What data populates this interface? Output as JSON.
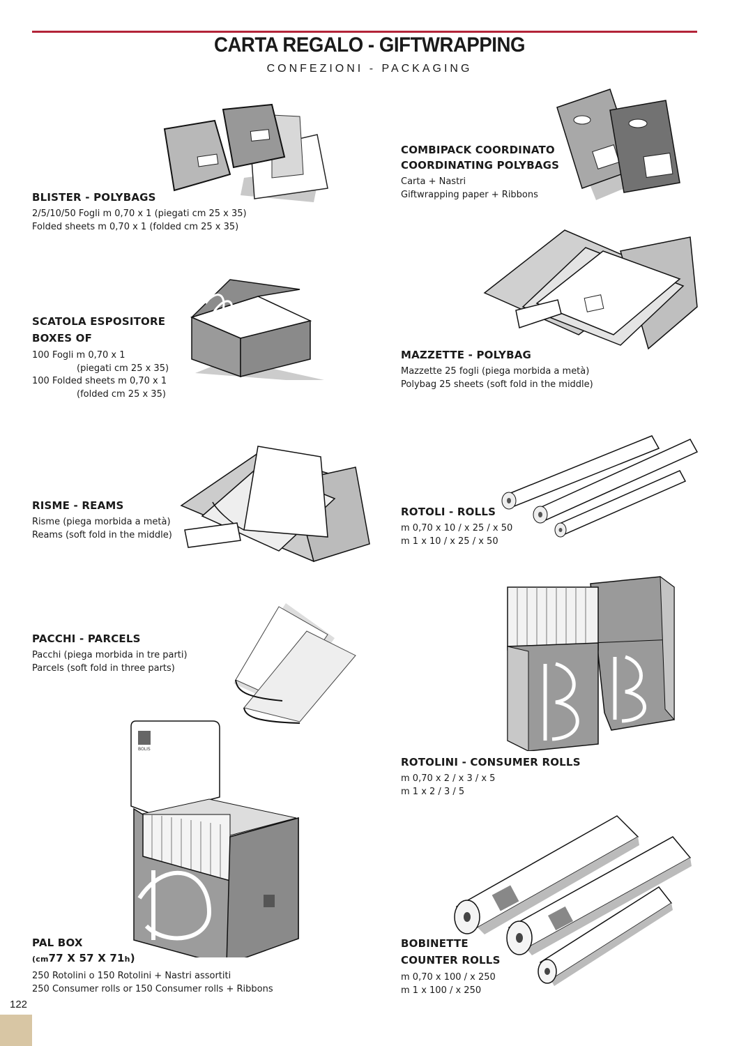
{
  "header": {
    "title": "CARTA REGALO - GIFTWRAPPING",
    "subtitle": "CONFEZIONI - PACKAGING",
    "accent_color": "#b32438"
  },
  "sections": {
    "blister": {
      "title": "BLISTER - POLYBAGS",
      "lines": [
        "2/5/10/50 Fogli m 0,70 x 1 (piegati cm 25 x 35)",
        "Folded sheets m 0,70 x 1 (folded cm 25 x 35)"
      ]
    },
    "combipack": {
      "title_it": "COMBIPACK COORDINATO",
      "title_en": "COORDINATING POLYBAGS",
      "lines": [
        "Carta + Nastri",
        "Giftwrapping paper + Ribbons"
      ]
    },
    "scatola": {
      "title_it": "SCATOLA ESPOSITORE",
      "title_en": "BOXES OF",
      "lines": [
        "100 Fogli  m 0,70 x 1",
        "(piegati cm 25 x 35)",
        "100 Folded sheets m 0,70 x 1",
        "(folded cm 25 x 35)"
      ]
    },
    "mazzette": {
      "title": "MAZZETTE - POLYBAG",
      "lines": [
        "Mazzette 25 fogli (piega morbida a metà)",
        "Polybag 25 sheets (soft fold in the middle)"
      ]
    },
    "risme": {
      "title": "RISME - REAMS",
      "lines": [
        "Risme (piega morbida a metà)",
        "Reams (soft fold in the middle)"
      ]
    },
    "rotoli": {
      "title": "ROTOLI - ROLLS",
      "lines": [
        "m 0,70 x 10 / x 25 / x 50",
        "m 1 x 10 / x 25 / x 50"
      ]
    },
    "pacchi": {
      "title": "PACCHI - PARCELS",
      "lines": [
        "Pacchi (piega morbida in tre parti)",
        "Parcels (soft fold in three parts)"
      ]
    },
    "rotolini": {
      "title": "ROTOLINI - CONSUMER ROLLS",
      "lines": [
        "m 0,70 x 2 / x 3 / x 5",
        "m 1 x 2 / 3 / 5"
      ]
    },
    "palbox": {
      "title": "PAL BOX",
      "dims_unit_prefix": "(cm",
      "dims_value": "77 X 57 X 71",
      "dims_unit_suffix": "h",
      "dims_close": ")",
      "lines": [
        "250 Rotolini o 150 Rotolini + Nastri assortiti",
        "250 Consumer rolls or 150 Consumer rolls + Ribbons"
      ],
      "brand": "BOLIS"
    },
    "bobinette": {
      "title_it": "BOBINETTE",
      "title_en": "COUNTER ROLLS",
      "lines": [
        "m 0,70 x 100 / x 250",
        "m 1 x 100 / x 250"
      ]
    }
  },
  "footer": {
    "page_number": "122",
    "tab_color": "#d8c6a4"
  }
}
